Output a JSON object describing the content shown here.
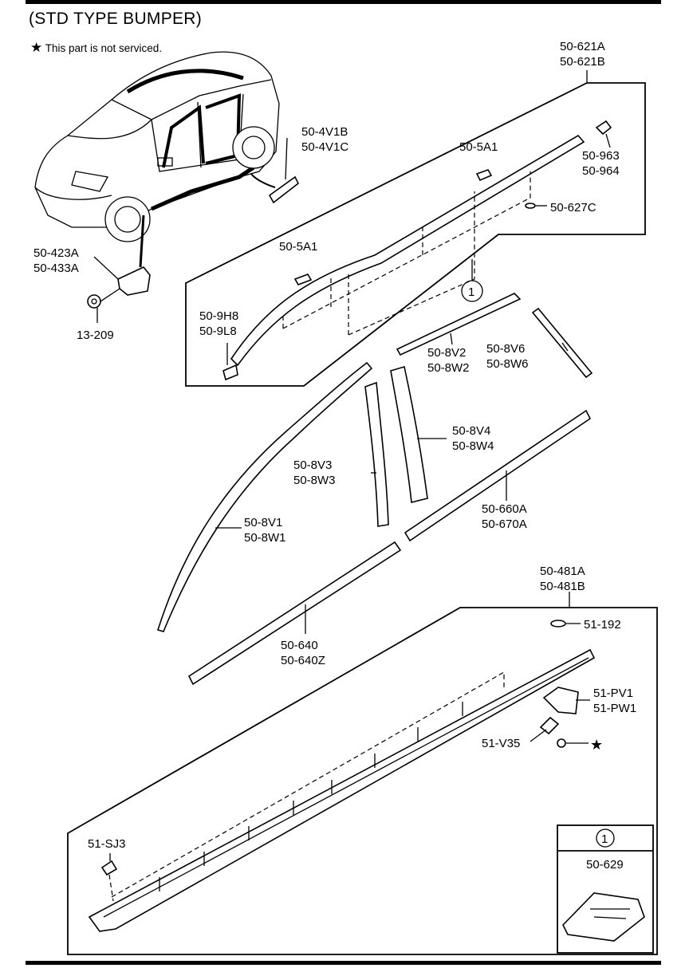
{
  "header": {
    "title": "(STD TYPE BUMPER)",
    "note_symbol": "★",
    "note_text": "This part is not serviced."
  },
  "callouts": {
    "p50_621": [
      "50-621A",
      "50-621B"
    ],
    "p50_4V1": [
      "50-4V1B",
      "50-4V1C"
    ],
    "p50_5A1_upper": "50-5A1",
    "p50_963": [
      "50-963",
      "50-964"
    ],
    "p50_627C": "50-627C",
    "p50_5A1_lower": "50-5A1",
    "p50_423": [
      "50-423A",
      "50-433A"
    ],
    "p13_209": "13-209",
    "p50_9H8": [
      "50-9H8",
      "50-9L8"
    ],
    "circle_ref": "1",
    "p50_8V2": [
      "50-8V2",
      "50-8W2"
    ],
    "p50_8V6": [
      "50-8V6",
      "50-8W6"
    ],
    "p50_8V4": [
      "50-8V4",
      "50-8W4"
    ],
    "p50_8V3": [
      "50-8V3",
      "50-8W3"
    ],
    "p50_660": [
      "50-660A",
      "50-670A"
    ],
    "p50_8V1": [
      "50-8V1",
      "50-8W1"
    ],
    "p50_640": [
      "50-640",
      "50-640Z"
    ],
    "p50_481": [
      "50-481A",
      "50-481B"
    ],
    "p51_192": "51-192",
    "p51_PV1": [
      "51-PV1",
      "51-PW1"
    ],
    "p51_V35": "51-V35",
    "p51_V35_star": "★",
    "p51_SJ3": "51-SJ3"
  },
  "detail_box": {
    "ref": "1",
    "part": "50-629"
  }
}
